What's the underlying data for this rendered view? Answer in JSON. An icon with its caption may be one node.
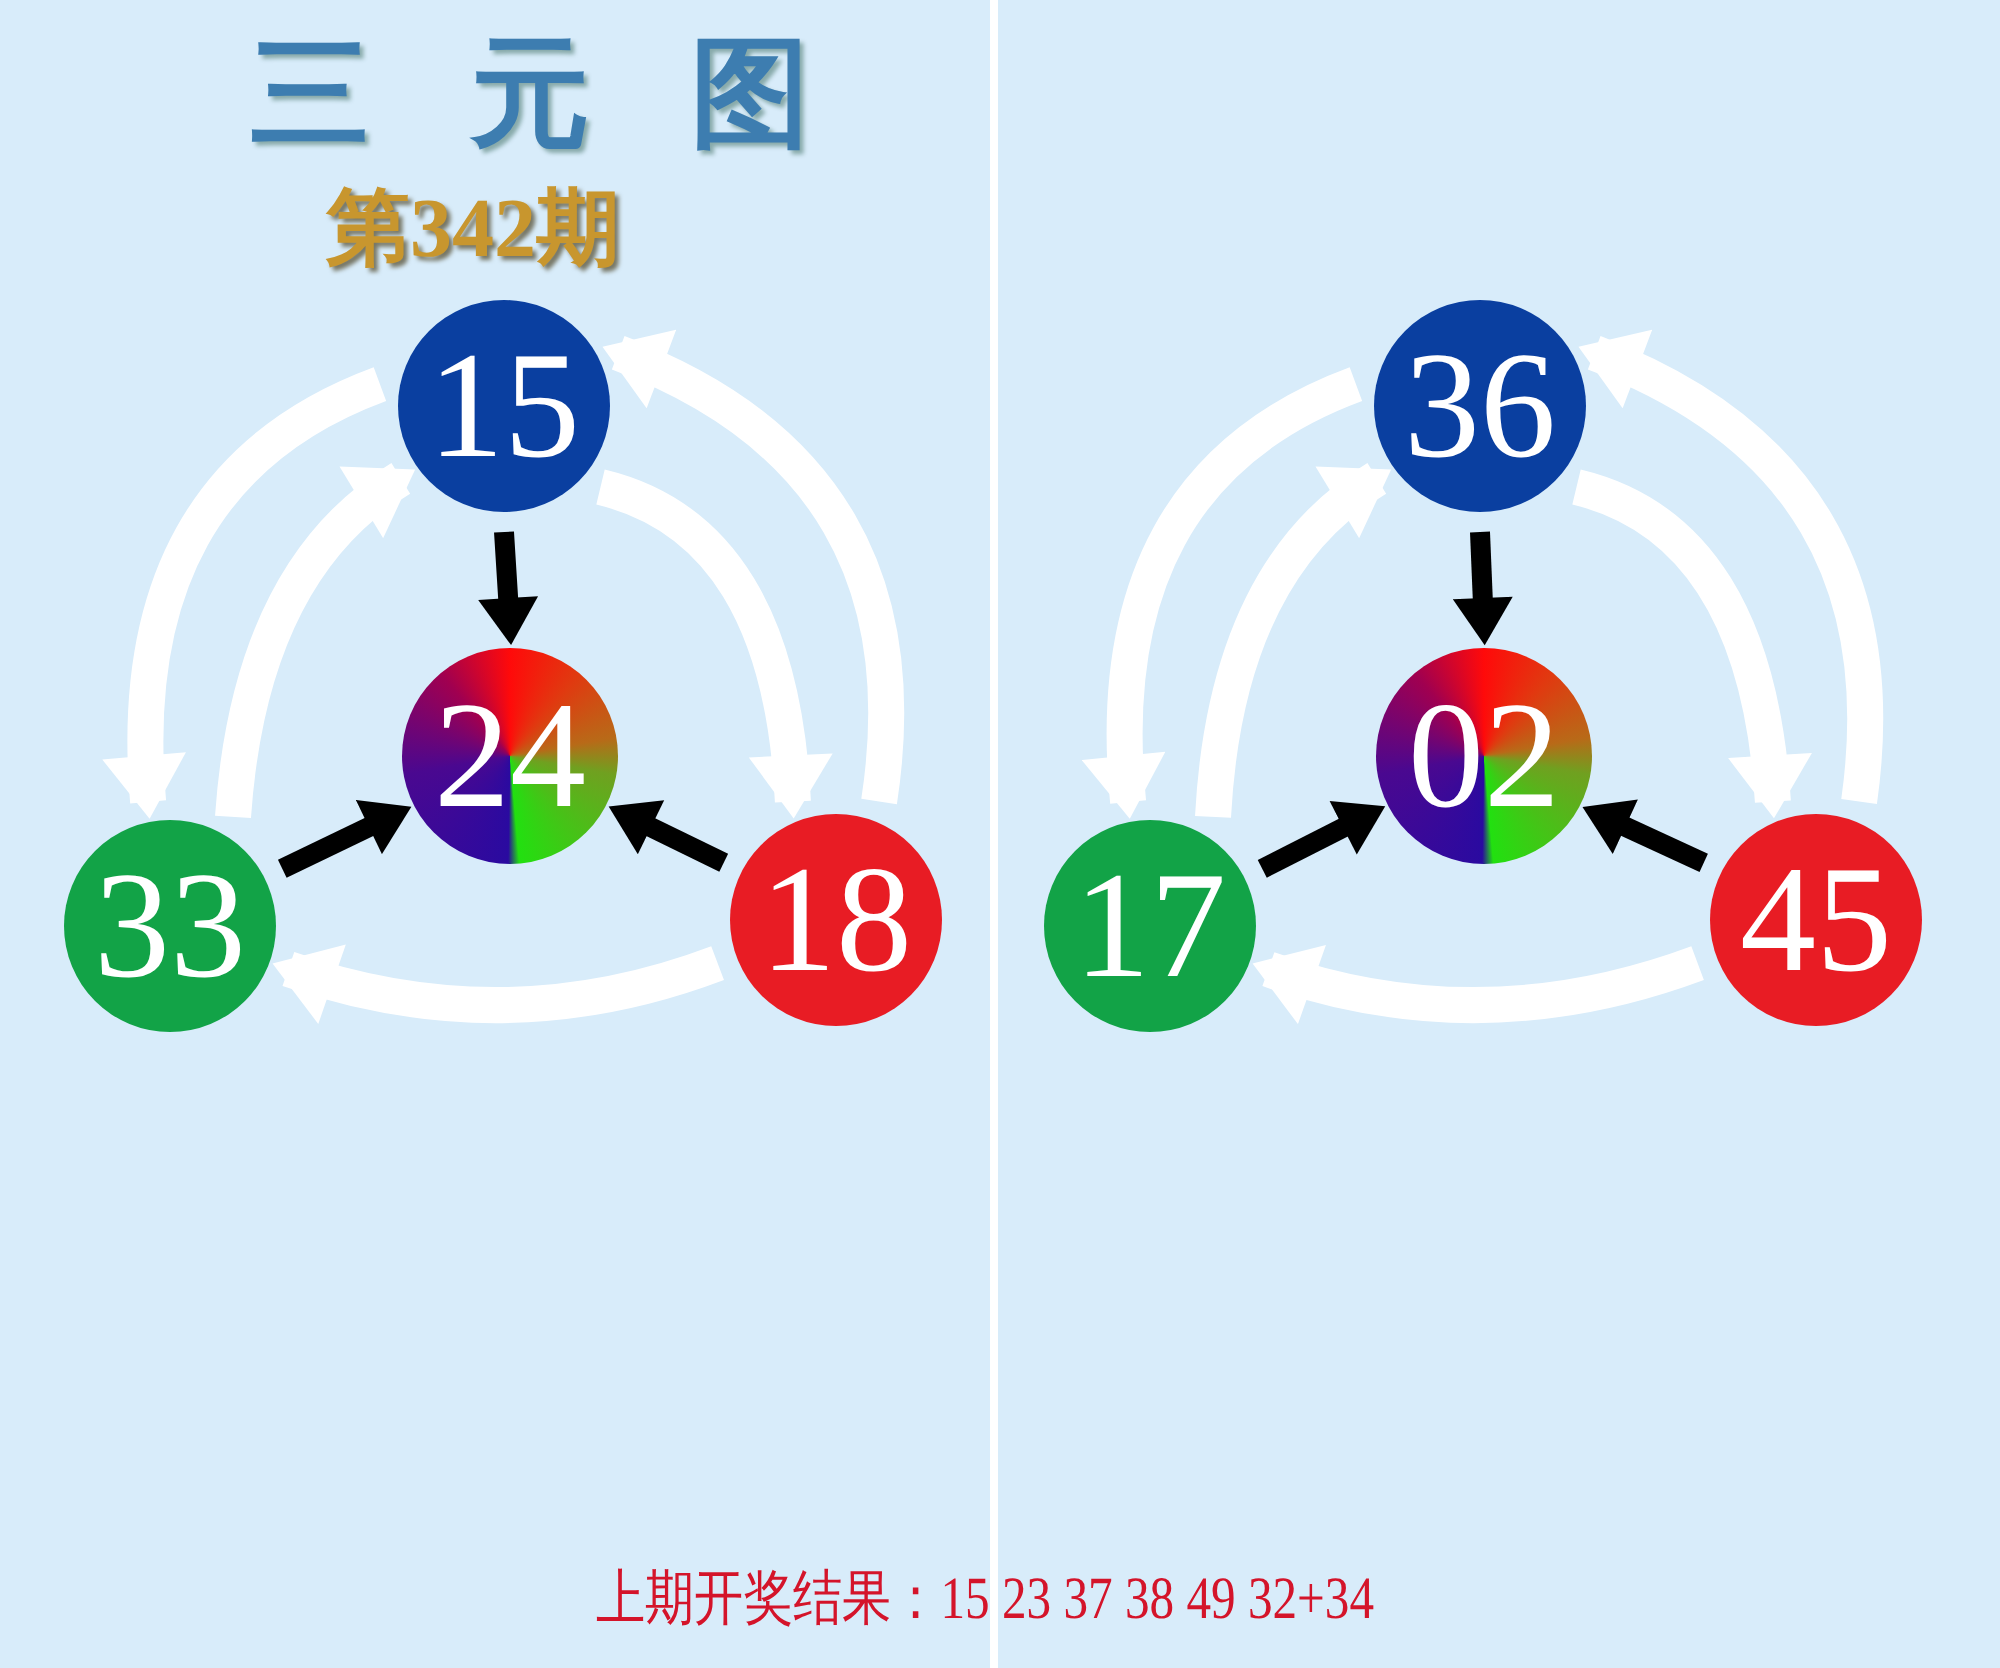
{
  "diagram": {
    "title": "三元图",
    "nodes": [
      {
        "text": [
          "15"
        ]
      },
      {
        "text": [
          "24"
        ]
      },
      {
        "text": [
          "33"
        ]
      },
      {
        "text": [
          "18"
        ]
      },
      {
        "text": [
          "36"
        ]
      },
      {
        "text": [
          "02"
        ]
      },
      {
        "text": [
          "17"
        ]
      },
      {
        "text": [
          "45"
        ]
      }
    ],
    "edges": [
      {
        "from": 0,
        "to": 1,
        "arrow": "to",
        "color": "#000000"
      },
      {
        "from": 2,
        "to": 1,
        "arrow": "to",
        "color": "#000000"
      },
      {
        "from": 3,
        "to": 1,
        "arrow": "to",
        "color": "#000000"
      },
      {
        "from": 0,
        "to": 2,
        "arrow": "to"
      },
      {
        "from": 2,
        "to": 0,
        "arrow": "to"
      },
      {
        "from": 0,
        "to": 3,
        "arrow": "to"
      },
      {
        "from": 3,
        "to": 0,
        "arrow": "to"
      },
      {
        "from": 3,
        "to": 2,
        "arrow": "to"
      },
      {
        "from": 4,
        "to": 5,
        "arrow": "to",
        "color": "#000000"
      },
      {
        "from": 6,
        "to": 5,
        "arrow": "to",
        "color": "#000000"
      },
      {
        "from": 7,
        "to": 5,
        "arrow": "to",
        "color": "#000000"
      },
      {
        "from": 4,
        "to": 6,
        "arrow": "to"
      },
      {
        "from": 6,
        "to": 4,
        "arrow": "to"
      },
      {
        "from": 4,
        "to": 7,
        "arrow": "to"
      },
      {
        "from": 7,
        "to": 4,
        "arrow": "to"
      },
      {
        "from": 7,
        "to": 6,
        "arrow": "to"
      }
    ],
    "labels": [
      "第342期",
      "上期开奖结果：15 23 37 38 49 32+34"
    ]
  }
}
